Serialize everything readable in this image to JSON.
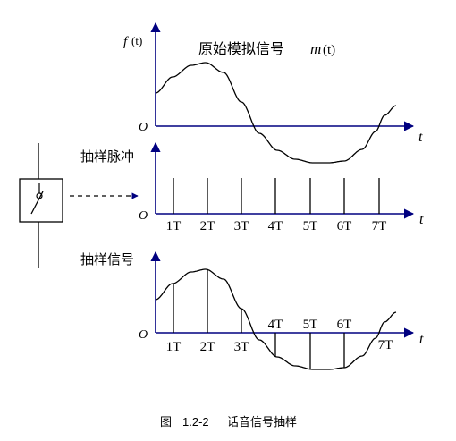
{
  "figure": {
    "caption_prefix": "图",
    "caption_number": "1.2-2",
    "caption_text": "话音信号抽样"
  },
  "panel_top": {
    "y_axis_f": "f",
    "y_axis_t": "(t)",
    "origin": "O",
    "x_axis_label": "t",
    "signal_label_text": "原始模拟信号",
    "signal_label_m": "m",
    "signal_label_t": "(t)"
  },
  "panel_middle": {
    "title": "抽样脉冲",
    "origin": "O",
    "x_axis_label": "t",
    "tick_labels": [
      "1T",
      "2T",
      "3T",
      "4T",
      "5T",
      "6T",
      "7T"
    ]
  },
  "panel_bottom": {
    "title": "抽样信号",
    "origin": "O",
    "x_axis_label": "t",
    "tick_labels": [
      "1T",
      "2T",
      "3T",
      "4T",
      "5T",
      "6T",
      "7T"
    ]
  },
  "colors": {
    "axis": "#000080",
    "line": "#000000"
  }
}
